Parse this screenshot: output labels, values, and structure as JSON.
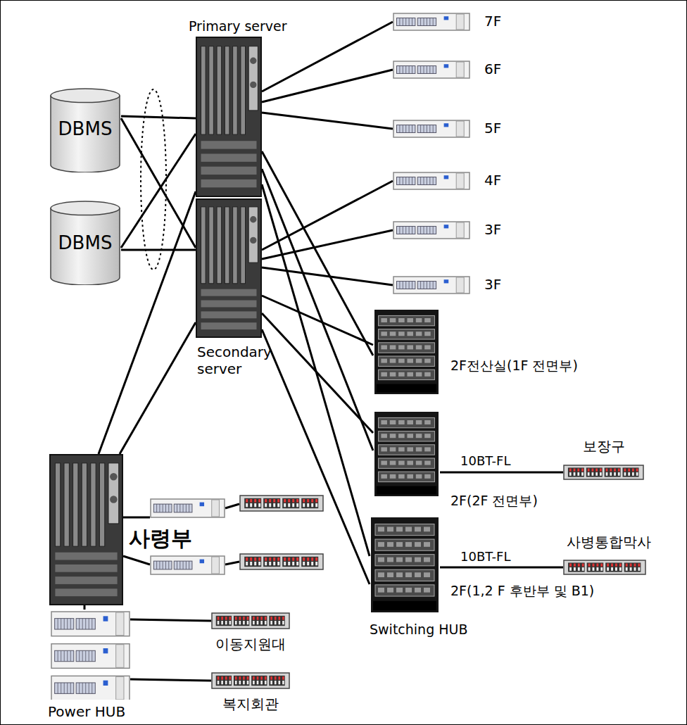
{
  "diagram": {
    "nodes": [
      {
        "text": [
          "DBMS"
        ]
      },
      {
        "text": [
          "Primary server"
        ]
      },
      {
        "text": [
          "7F"
        ]
      },
      {
        "text": [
          "6F"
        ]
      },
      {
        "text": [
          "5F"
        ]
      },
      {
        "text": [
          "4F"
        ]
      },
      {
        "text": [
          "DBMS"
        ]
      },
      {
        "text": [
          "3F"
        ]
      },
      {
        "text": [
          "3F"
        ]
      },
      {
        "text": [
          "Secondary server"
        ]
      },
      {
        "text": [
          "2F전산실(1F 전면부)"
        ]
      },
      {
        "text": [
          "2F(2F 전면부)"
        ]
      },
      {
        "text": [
          "보장구"
        ]
      },
      {
        "text": [
          "2F(1,2 F 후반부 및 B1)",
          "Switching HUB"
        ]
      },
      {
        "text": [
          "사병통합막사"
        ]
      },
      {
        "text": [
          "사령부"
        ]
      },
      {
        "text": [
          "Power HUB"
        ]
      },
      {
        "text": [
          "이동지원대"
        ]
      },
      {
        "text": [
          "복지회관"
        ]
      }
    ],
    "edges": [
      {
        "from": 0,
        "to": 1,
        "arrow": "none"
      },
      {
        "from": 0,
        "to": 9,
        "arrow": "none"
      },
      {
        "from": 6,
        "to": 1,
        "arrow": "none"
      },
      {
        "from": 6,
        "to": 9,
        "arrow": "none"
      },
      {
        "from": 1,
        "to": 2,
        "arrow": "none"
      },
      {
        "from": 1,
        "to": 3,
        "arrow": "none"
      },
      {
        "from": 1,
        "to": 4,
        "arrow": "none"
      },
      {
        "from": 9,
        "to": 5,
        "arrow": "none"
      },
      {
        "from": 9,
        "to": 7,
        "arrow": "none"
      },
      {
        "from": 9,
        "to": 8,
        "arrow": "none"
      },
      {
        "from": 1,
        "to": 10,
        "arrow": "none"
      },
      {
        "from": 1,
        "to": 11,
        "arrow": "none"
      },
      {
        "from": 1,
        "to": 13,
        "arrow": "none"
      },
      {
        "from": 9,
        "to": 10,
        "arrow": "none"
      },
      {
        "from": 9,
        "to": 11,
        "arrow": "none"
      },
      {
        "from": 9,
        "to": 13,
        "arrow": "none"
      },
      {
        "from": 11,
        "to": 12,
        "label": "10BT-FL",
        "arrow": "none"
      },
      {
        "from": 13,
        "to": 14,
        "label": "10BT-FL",
        "arrow": "none"
      },
      {
        "from": 15,
        "to": 1,
        "arrow": "none"
      },
      {
        "from": 15,
        "to": 9,
        "arrow": "none"
      },
      {
        "from": 15,
        "to": 16,
        "arrow": "none"
      },
      {
        "from": 16,
        "to": 17,
        "arrow": "none"
      },
      {
        "from": 16,
        "to": 18,
        "arrow": "none"
      }
    ]
  }
}
